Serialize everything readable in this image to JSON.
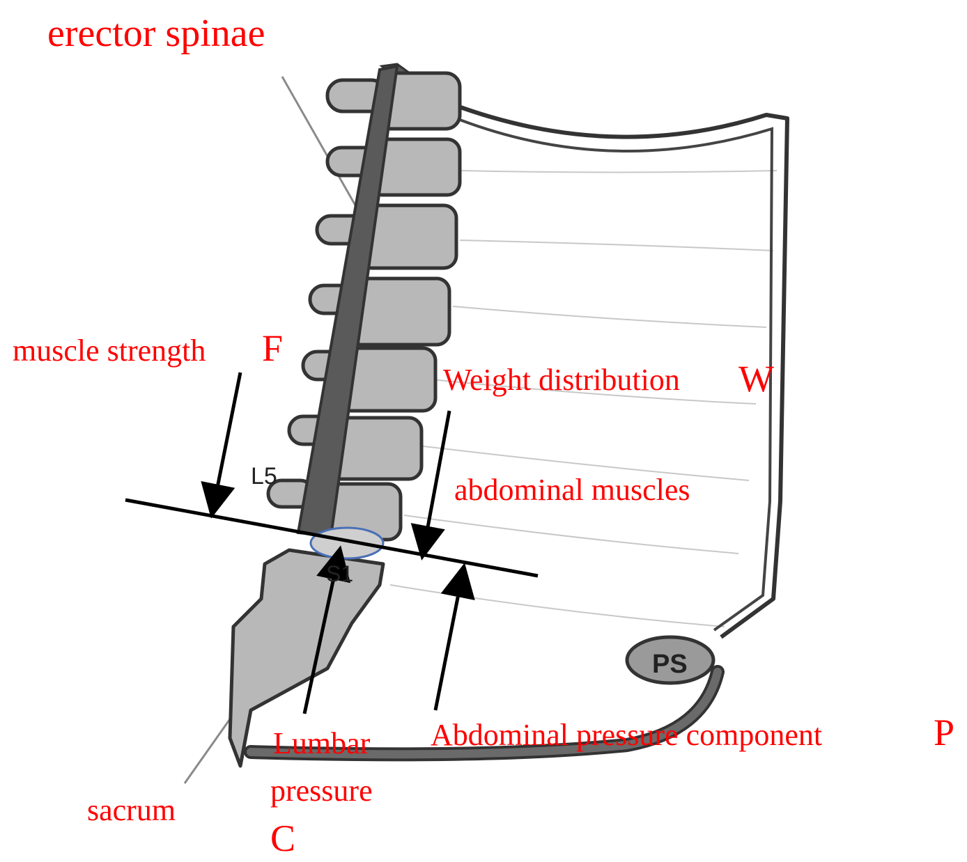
{
  "labels": {
    "erector_spinae": "erector spinae",
    "muscle_strength": "muscle strength",
    "muscle_strength_symbol": "F",
    "weight_distribution": "Weight distribution",
    "weight_distribution_symbol": "W",
    "abdominal_muscles": "abdominal muscles",
    "abdominal_pressure": "Abdominal pressure component",
    "abdominal_pressure_symbol": "P",
    "lumbar_line1": "Lumbar",
    "lumbar_line2": "pressure",
    "lumbar_symbol": "C",
    "sacrum": "sacrum"
  },
  "anatomy": {
    "l5": "L5",
    "s1": "S1",
    "ps": "PS"
  },
  "colors": {
    "label": "#ff0000",
    "bone_fill": "#b8b8b8",
    "muscle_band": "#5a5a5a",
    "outline": "#333333",
    "arrow": "#000000",
    "disc_ellipse": "#4a6fb5"
  }
}
